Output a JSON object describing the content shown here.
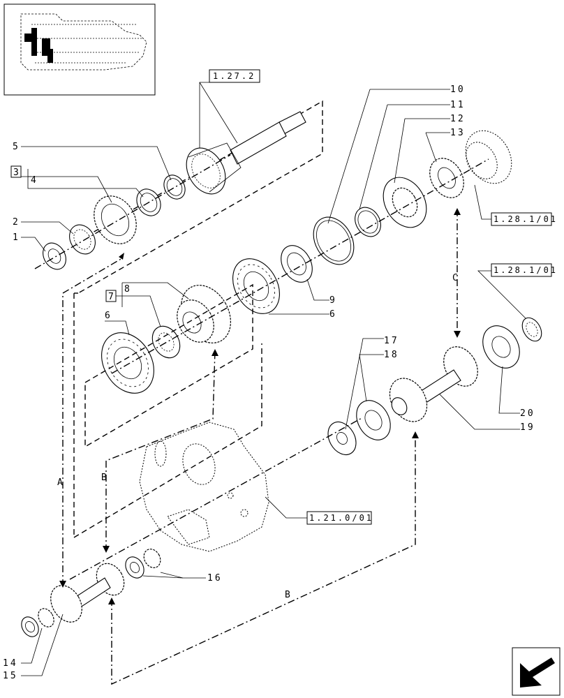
{
  "labels": {
    "l1": "1",
    "l2": "2",
    "l3": "3",
    "l4": "4",
    "l5": "5",
    "l6a": "6",
    "l6b": "6",
    "l7": "7",
    "l8": "8",
    "l9": "9",
    "l10": "10",
    "l11": "11",
    "l12": "12",
    "l13": "13",
    "l14": "14",
    "l15": "15",
    "l16": "16",
    "l17": "17",
    "l18": "18",
    "l19": "19",
    "l20": "20"
  },
  "references": {
    "r1": "1.27.2",
    "r2": "1.28.1/01",
    "r3": "1.28.1/01",
    "r4": "1.21.0/01"
  },
  "connectors": {
    "a": "A",
    "b1": "B",
    "b2": "B",
    "c": "C"
  }
}
